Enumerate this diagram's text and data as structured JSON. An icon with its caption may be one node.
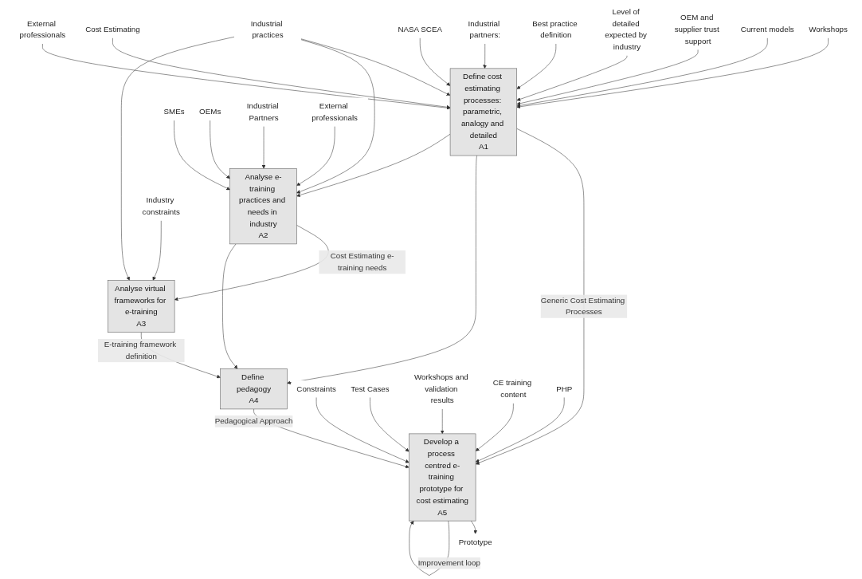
{
  "diagram": {
    "nodes": [
      {
        "text": [
          "Define cost estimating processes: parametric, analogy and detailed",
          "A1"
        ]
      },
      {
        "text": [
          "Analyse e-training practices and needs in industry",
          "A2"
        ]
      },
      {
        "text": [
          "Analyse virtual frameworks for e-training",
          "A3"
        ]
      },
      {
        "text": [
          "Define pedagogy",
          "A4"
        ]
      },
      {
        "text": [
          "Develop a process centred e-training prototype for cost estimating",
          "A5"
        ]
      },
      {
        "text": [
          "Workshops"
        ]
      },
      {
        "text": [
          "Current models"
        ]
      },
      {
        "text": [
          "Industrial practices"
        ]
      },
      {
        "text": [
          "OEM and supplier trust support"
        ]
      },
      {
        "text": [
          "Level of detailed expected by industry"
        ]
      },
      {
        "text": [
          "Best practice definition"
        ]
      },
      {
        "text": [
          "Industrial partners:"
        ]
      },
      {
        "text": [
          "NASA SCEA"
        ]
      },
      {
        "text": [
          "Cost Estimating"
        ]
      },
      {
        "text": [
          "External professionals"
        ]
      },
      {
        "text": [
          "SMEs"
        ]
      },
      {
        "text": [
          "OEMs"
        ]
      },
      {
        "text": [
          "Industrial Partners"
        ]
      },
      {
        "text": [
          "External professionals"
        ]
      },
      {
        "text": [
          "Industry constraints"
        ]
      },
      {
        "text": [
          "Constraints"
        ]
      },
      {
        "text": [
          "Test Cases"
        ]
      },
      {
        "text": [
          "Workshops and validation results"
        ]
      },
      {
        "text": [
          "CE training content"
        ]
      },
      {
        "text": [
          "PHP"
        ]
      },
      {
        "text": [
          "Prototype"
        ]
      }
    ],
    "edges": [
      {
        "from": 5,
        "to": 0,
        "arrow": "to"
      },
      {
        "from": 6,
        "to": 0,
        "arrow": "to"
      },
      {
        "from": 7,
        "to": 0,
        "arrow": "to"
      },
      {
        "from": 8,
        "to": 0,
        "arrow": "to"
      },
      {
        "from": 9,
        "to": 0,
        "arrow": "to"
      },
      {
        "from": 10,
        "to": 0,
        "arrow": "to"
      },
      {
        "from": 11,
        "to": 0,
        "arrow": "to"
      },
      {
        "from": 12,
        "to": 0,
        "arrow": "to"
      },
      {
        "from": 13,
        "to": 0,
        "arrow": "to"
      },
      {
        "from": 14,
        "to": 0,
        "arrow": "to"
      },
      {
        "from": 0,
        "to": 4,
        "label": "Generic Cost Estimating Processes",
        "arrow": "to"
      },
      {
        "from": 0,
        "to": 3,
        "arrow": "to"
      },
      {
        "from": 0,
        "to": 1,
        "arrow": "to"
      },
      {
        "from": 7,
        "to": 1,
        "arrow": "to"
      },
      {
        "from": 7,
        "to": 2,
        "arrow": "to"
      },
      {
        "from": 15,
        "to": 1,
        "arrow": "to"
      },
      {
        "from": 16,
        "to": 1,
        "arrow": "to"
      },
      {
        "from": 17,
        "to": 1,
        "arrow": "to"
      },
      {
        "from": 18,
        "to": 1,
        "arrow": "to"
      },
      {
        "from": 1,
        "to": 2,
        "label": "Cost Estimating e-training needs",
        "arrow": "to"
      },
      {
        "from": 1,
        "to": 3,
        "arrow": "to"
      },
      {
        "from": 19,
        "to": 2,
        "arrow": "to"
      },
      {
        "from": 2,
        "to": 3,
        "label": "E-training framework definition",
        "arrow": "to"
      },
      {
        "from": 3,
        "to": 4,
        "label": "Pedagogical Approach",
        "arrow": "to"
      },
      {
        "from": 20,
        "to": 4,
        "arrow": "to"
      },
      {
        "from": 21,
        "to": 4,
        "arrow": "to"
      },
      {
        "from": 22,
        "to": 4,
        "arrow": "to"
      },
      {
        "from": 23,
        "to": 4,
        "arrow": "to"
      },
      {
        "from": 24,
        "to": 4,
        "arrow": "to"
      },
      {
        "from": 4,
        "to": 25,
        "arrow": "to"
      },
      {
        "from": 4,
        "to": 4,
        "label": "Improvement loop",
        "arrow": "to"
      }
    ]
  }
}
